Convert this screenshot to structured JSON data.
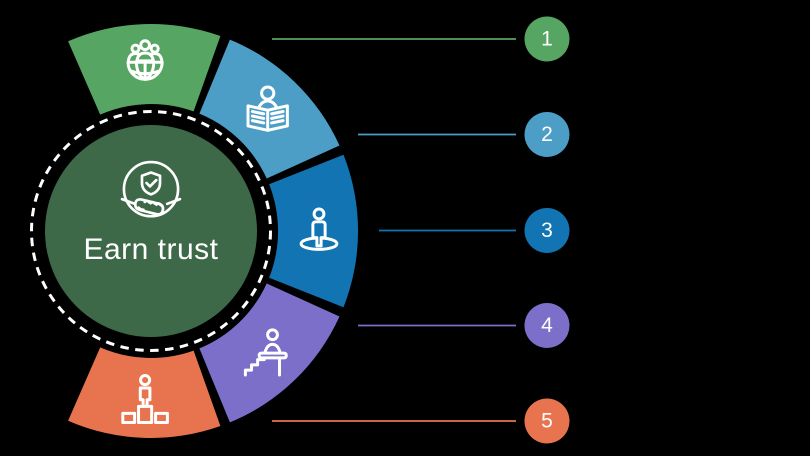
{
  "canvas": {
    "background": "#000000"
  },
  "center": {
    "label": "Earn trust",
    "fill": "#3d6949",
    "text_color": "#ffffff",
    "dashed_ring_color": "#ffffff",
    "icon": "shield-handshake"
  },
  "badge_text_color": "#ffffff",
  "items": [
    {
      "number": "1",
      "color": "#57a563",
      "icon": "global-team"
    },
    {
      "number": "2",
      "color": "#4d9ec7",
      "icon": "person-reading"
    },
    {
      "number": "3",
      "color": "#1274b2",
      "icon": "person-presence"
    },
    {
      "number": "4",
      "color": "#7b6fc9",
      "icon": "person-stairs"
    },
    {
      "number": "5",
      "color": "#e8744f",
      "icon": "person-podium"
    }
  ]
}
